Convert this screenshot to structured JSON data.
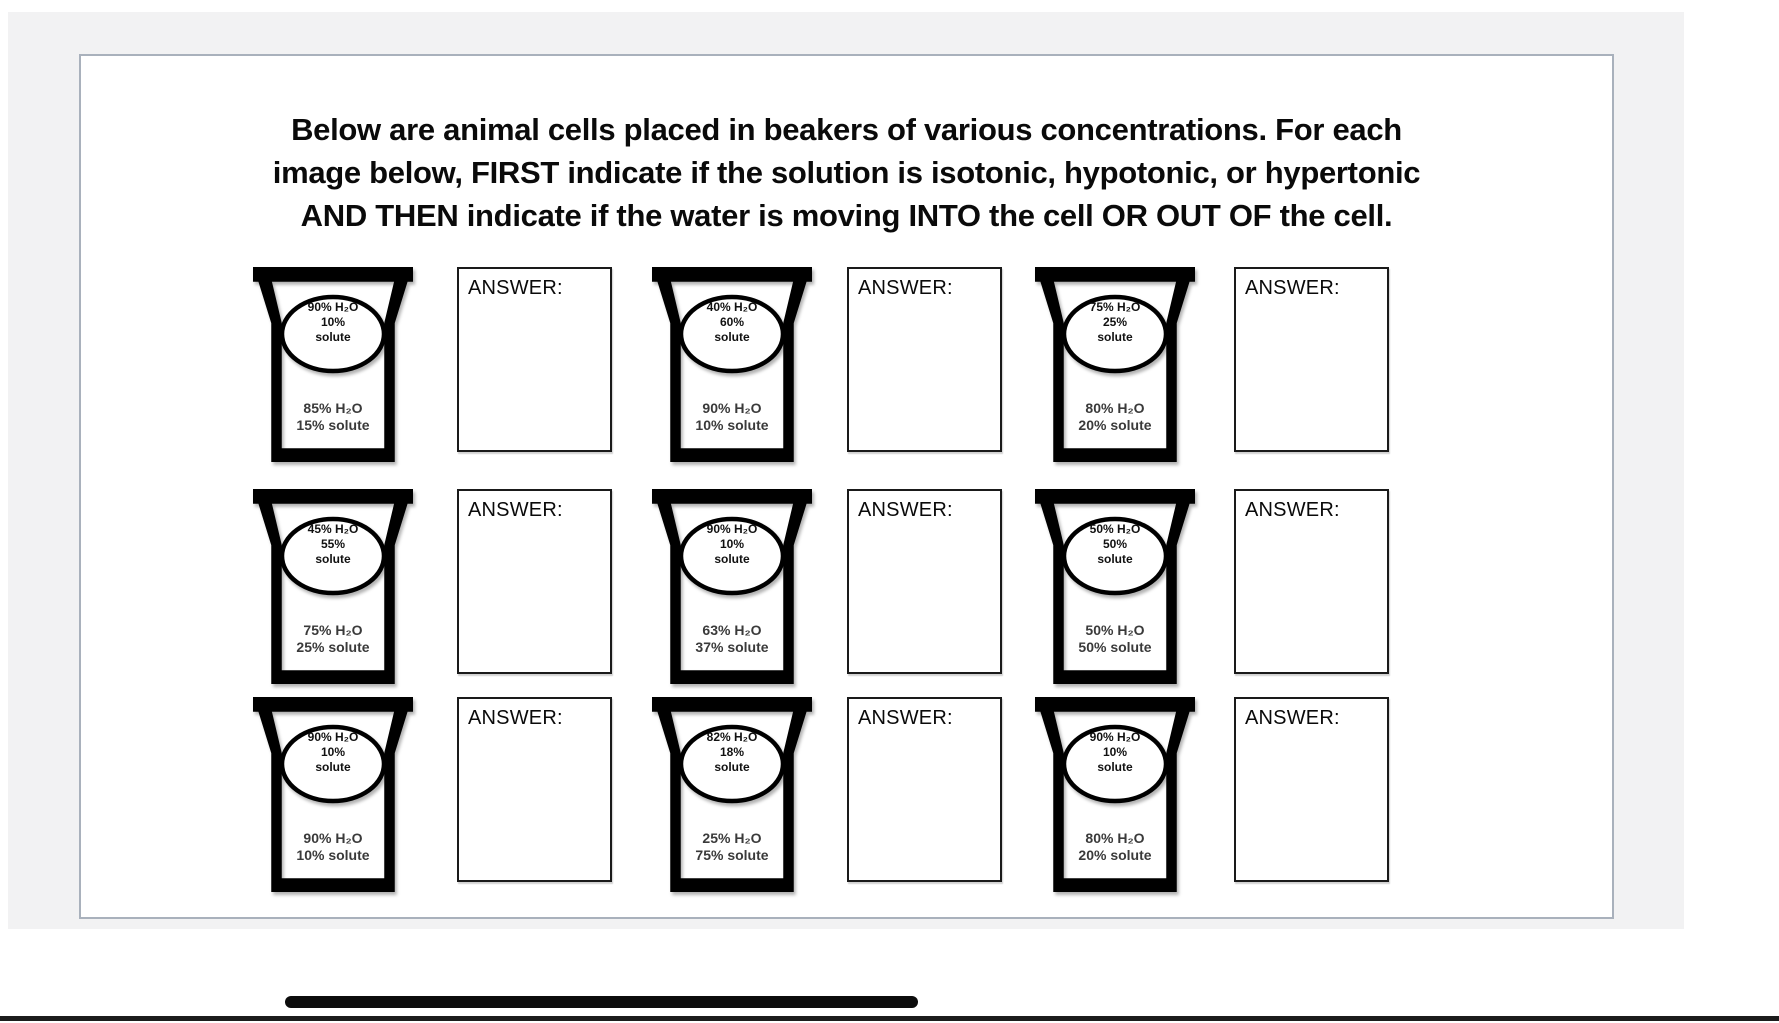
{
  "document": {
    "title_line1": "Below are animal cells placed in beakers of various concentrations. For each",
    "title_line2": "image below, FIRST indicate if the solution is isotonic, hypotonic, or hypertonic",
    "title_line3": "AND THEN indicate if the water is moving INTO the cell OR OUT OF the cell.",
    "answer_label": "ANSWER:",
    "problems": [
      {
        "cell_line1": "90% H₂O",
        "cell_line2": "10%",
        "cell_line3": "solute",
        "beaker_line1": "85% H₂O",
        "beaker_line2": "15% solute"
      },
      {
        "cell_line1": "40% H₂O",
        "cell_line2": "60%",
        "cell_line3": "solute",
        "beaker_line1": "90% H₂O",
        "beaker_line2": "10% solute"
      },
      {
        "cell_line1": "75% H₂O",
        "cell_line2": "25%",
        "cell_line3": "solute",
        "beaker_line1": "80% H₂O",
        "beaker_line2": "20% solute"
      },
      {
        "cell_line1": "45% H₂O",
        "cell_line2": "55%",
        "cell_line3": "solute",
        "beaker_line1": "75% H₂O",
        "beaker_line2": "25% solute"
      },
      {
        "cell_line1": "90% H₂O",
        "cell_line2": "10%",
        "cell_line3": "solute",
        "beaker_line1": "63% H₂O",
        "beaker_line2": "37% solute"
      },
      {
        "cell_line1": "50% H₂O",
        "cell_line2": "50%",
        "cell_line3": "solute",
        "beaker_line1": "50% H₂O",
        "beaker_line2": "50% solute"
      },
      {
        "cell_line1": "90% H₂O",
        "cell_line2": "10%",
        "cell_line3": "solute",
        "beaker_line1": "90% H₂O",
        "beaker_line2": "10% solute"
      },
      {
        "cell_line1": "82% H₂O",
        "cell_line2": "18%",
        "cell_line3": "solute",
        "beaker_line1": "25% H₂O",
        "beaker_line2": "75% solute"
      },
      {
        "cell_line1": "90% H₂O",
        "cell_line2": "10%",
        "cell_line3": "solute",
        "beaker_line1": "80% H₂O",
        "beaker_line2": "20% solute"
      }
    ],
    "colors": {
      "viewport_background": "#f2f2f3",
      "page_border": "#a9b1bc",
      "ink": "#000000"
    }
  }
}
